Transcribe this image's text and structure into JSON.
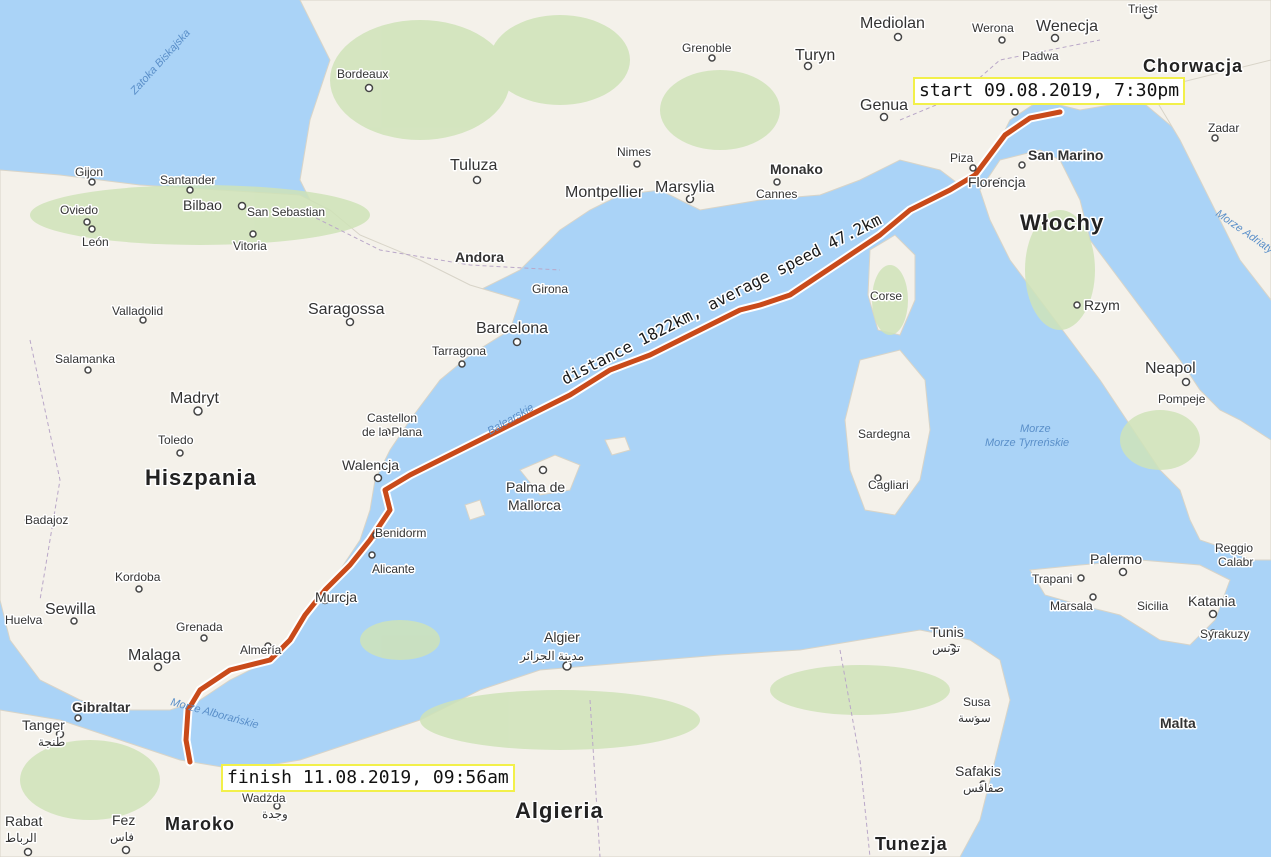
{
  "route": {
    "start_label": "start 09.08.2019, 7:30pm",
    "finish_label": "finish 11.08.2019, 09:56am",
    "summary_label": "distance 1822km, average speed 47.2km",
    "line_color": "#c94a1a"
  },
  "colors": {
    "sea": "#aad3f7",
    "land": "#f4f1ea",
    "green": "#cfe3b8"
  },
  "countries": [
    "Hiszpania",
    "Włochy",
    "Algieria",
    "Maroko",
    "Tunezja",
    "Chorwacja"
  ],
  "water_labels": [
    "Zatoka Biskajska",
    "Morze Tyrreńskie",
    "Morze Alborańskie",
    "Morze Adriatyckie",
    "Balearskie"
  ],
  "cities": [
    "Triest",
    "Mediolan",
    "Werona",
    "Wenecja",
    "Padwa",
    "Grenoble",
    "Turyn",
    "Genua",
    "Zadar",
    "Bordeaux",
    "Nimes",
    "Monako",
    "Cannes",
    "Piza",
    "Florencja",
    "San Marino",
    "Tuluza",
    "Montpellier",
    "Marsylia",
    "Gijon",
    "Santander",
    "Bilbao",
    "San Sebastian",
    "Oviedo",
    "León",
    "Vitoria",
    "Andora",
    "Girona",
    "Rzym",
    "Corse",
    "Valladolid",
    "Saragossa",
    "Barcelona",
    "Tarragona",
    "Salamanka",
    "Neapol",
    "Pompeje",
    "Madryt",
    "Castellon de la Plana",
    "Sardegna",
    "Toledo",
    "Walencja",
    "Palma de Mallorca",
    "Cagliari",
    "Badajoz",
    "Benidorm",
    "Alicante",
    "Palermo",
    "Reggio Calabria",
    "Kordoba",
    "Trapani",
    "Marsala",
    "Sicilia",
    "Sewilla",
    "Murcja",
    "Katania",
    "Huelva",
    "Grenada",
    "Algier",
    "مدينة الجزائر",
    "Tunis",
    "تونس",
    "Syrakuzy",
    "Malaga",
    "Almería",
    "Gibraltar",
    "Susa",
    "سوسة",
    "Malta",
    "Tanger",
    "طنجة",
    "Safakis",
    "صفاقس",
    "Wadżda",
    "وجدة",
    "Rabat",
    "الرباط",
    "Fez",
    "فاس"
  ]
}
